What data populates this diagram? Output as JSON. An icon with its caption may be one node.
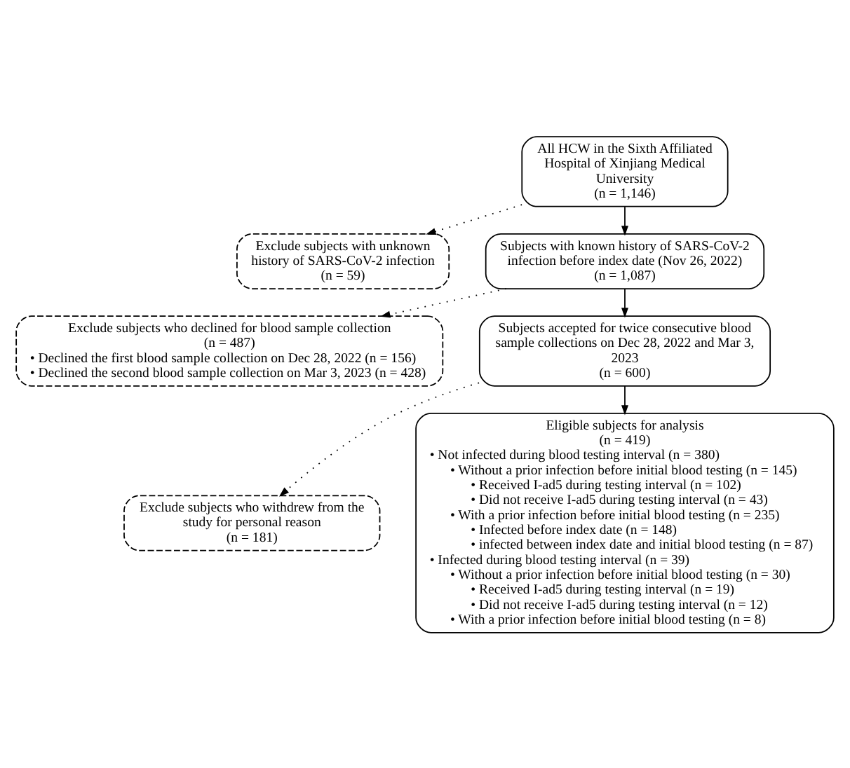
{
  "diagram": {
    "nodes": [
      {
        "text": [
          "All HCW in the Sixth Affiliated Hospital of Xinjiang Medical University",
          "(n = 1,146)"
        ]
      },
      {
        "text": [
          "Exclude subjects with unknown history of SARS-CoV-2 infection",
          "(n = 59)"
        ]
      },
      {
        "text": [
          "Subjects with known history of SARS-CoV-2 infection before index date (Nov 26, 2022)",
          "(n = 1,087)"
        ]
      },
      {
        "text": [
          "Exclude subjects who declined for blood sample collection",
          "(n = 487)",
          "• Declined the first blood sample collection on Dec 28, 2022 (n = 156)",
          "• Declined the second blood sample collection on Mar 3, 2023 (n = 428)"
        ]
      },
      {
        "text": [
          "Subjects accepted for twice consecutive blood sample collections on Dec 28, 2022 and Mar 3, 2023",
          "(n = 600)"
        ]
      },
      {
        "text": [
          "Exclude subjects who withdrew from the study for personal reason",
          "(n = 181)"
        ]
      },
      {
        "text": [
          "Eligible subjects for analysis",
          "(n = 419)",
          "• Not infected during blood testing interval (n = 380)",
          "• Without a prior infection before initial blood testing (n = 145)",
          "• Received I-ad5 during testing interval (n = 102)",
          "• Did not receive I-ad5 during testing interval (n = 43)",
          "• With a prior infection before initial blood testing (n = 235)",
          "• Infected before index date (n = 148)",
          "• infected between index date and initial blood testing (n = 87)",
          "• Infected during blood testing interval (n = 39)",
          "• Without a prior infection before initial blood testing (n = 30)",
          "• Received I-ad5 during testing interval (n = 19)",
          "• Did not receive I-ad5 during testing interval (n = 12)",
          "• With a prior infection before initial blood testing (n = 8)"
        ]
      }
    ],
    "edges": [
      {
        "from": 0,
        "to": 2,
        "arrow": "to"
      },
      {
        "from": 0,
        "to": 1,
        "arrow": "to",
        "style": "dashed"
      },
      {
        "from": 2,
        "to": 4,
        "arrow": "to"
      },
      {
        "from": 2,
        "to": 3,
        "arrow": "to",
        "style": "dashed"
      },
      {
        "from": 4,
        "to": 6,
        "arrow": "to"
      },
      {
        "from": 4,
        "to": 5,
        "arrow": "to",
        "style": "dashed"
      }
    ]
  }
}
